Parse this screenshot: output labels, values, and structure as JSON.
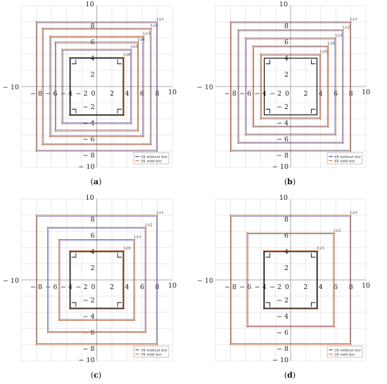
{
  "colors": {
    "without_hor": "#2b2f8a",
    "with_hor": "#c06a3a",
    "inner_square": "#111111",
    "grid": "#d4d4d4",
    "axis": "#9a9a9a"
  },
  "chart_data": [
    {
      "type": "diagram",
      "caption_open": "(",
      "caption_letter": "a",
      "caption_close": ")",
      "xticks": [
        "− 10",
        "− 8",
        "− 6",
        "− 4",
        "− 2",
        "0",
        "2",
        "4",
        "6",
        "8",
        "10"
      ],
      "yticks": [
        "10",
        "8",
        "6",
        "4",
        "2",
        "0",
        "− 2",
        "− 4",
        "− 6",
        "− 8",
        "− 10"
      ],
      "levels": [
        {
          "label": "Lv1",
          "half": 8
        },
        {
          "label": "Lv2",
          "half": 7.2
        },
        {
          "label": "Lv3",
          "half": 6.2
        },
        {
          "label": "Lv4",
          "half": 5.5
        },
        {
          "label": "Lv5",
          "half": 4.6
        },
        {
          "label": "Lv6",
          "half": 3.6
        }
      ],
      "inner_half": 3.5,
      "legend": [
        "5X without hor",
        "5X with hor"
      ]
    },
    {
      "type": "diagram",
      "caption_open": "(",
      "caption_letter": "b",
      "caption_close": ")",
      "xticks": [
        "− 10",
        "− 8",
        "− 6",
        "− 4",
        "− 2",
        "0",
        "2",
        "4",
        "6",
        "8",
        "10"
      ],
      "yticks": [
        "10",
        "8",
        "6",
        "4",
        "2",
        "0",
        "− 2",
        "− 4",
        "− 6",
        "− 8",
        "− 10"
      ],
      "levels": [
        {
          "label": "Lv1",
          "half": 8
        },
        {
          "label": "Lv2",
          "half": 7
        },
        {
          "label": "Lv3",
          "half": 6
        },
        {
          "label": "Lv4",
          "half": 5
        },
        {
          "label": "Lv5",
          "half": 4
        }
      ],
      "inner_half": 3.5,
      "legend": [
        "4X without hor",
        "4X with hor"
      ]
    },
    {
      "type": "diagram",
      "caption_open": "(",
      "caption_letter": "c",
      "caption_close": ")",
      "xticks": [
        "− 10",
        "− 8",
        "− 6",
        "− 4",
        "− 2",
        "0",
        "2",
        "4",
        "6",
        "8",
        "10"
      ],
      "yticks": [
        "10",
        "8",
        "6",
        "4",
        "2",
        "0",
        "− 2",
        "− 4",
        "− 6",
        "− 8",
        "− 10"
      ],
      "levels": [
        {
          "label": "Lv1",
          "half": 8
        },
        {
          "label": "Lv2",
          "half": 6.5
        },
        {
          "label": "Lv3",
          "half": 5
        },
        {
          "label": "Lv4",
          "half": 3.6
        }
      ],
      "inner_half": 3.5,
      "legend": [
        "3X without hor",
        "3X with hor"
      ]
    },
    {
      "type": "diagram",
      "caption_open": "(",
      "caption_letter": "d",
      "caption_close": ")",
      "xticks": [
        "− 10",
        "− 8",
        "− 6",
        "− 4",
        "− 2",
        "0",
        "2",
        "4",
        "6",
        "8",
        "10"
      ],
      "yticks": [
        "10",
        "8",
        "6",
        "4",
        "2",
        "0",
        "− 2",
        "− 4",
        "− 6",
        "− 8",
        "− 10"
      ],
      "levels": [
        {
          "label": "Lv1",
          "half": 8
        },
        {
          "label": "Lv2",
          "half": 5.8
        },
        {
          "label": "Lv3",
          "half": 3.6
        }
      ],
      "inner_half": 3.5,
      "legend": [
        "2X without hor",
        "2X with hor"
      ]
    }
  ]
}
